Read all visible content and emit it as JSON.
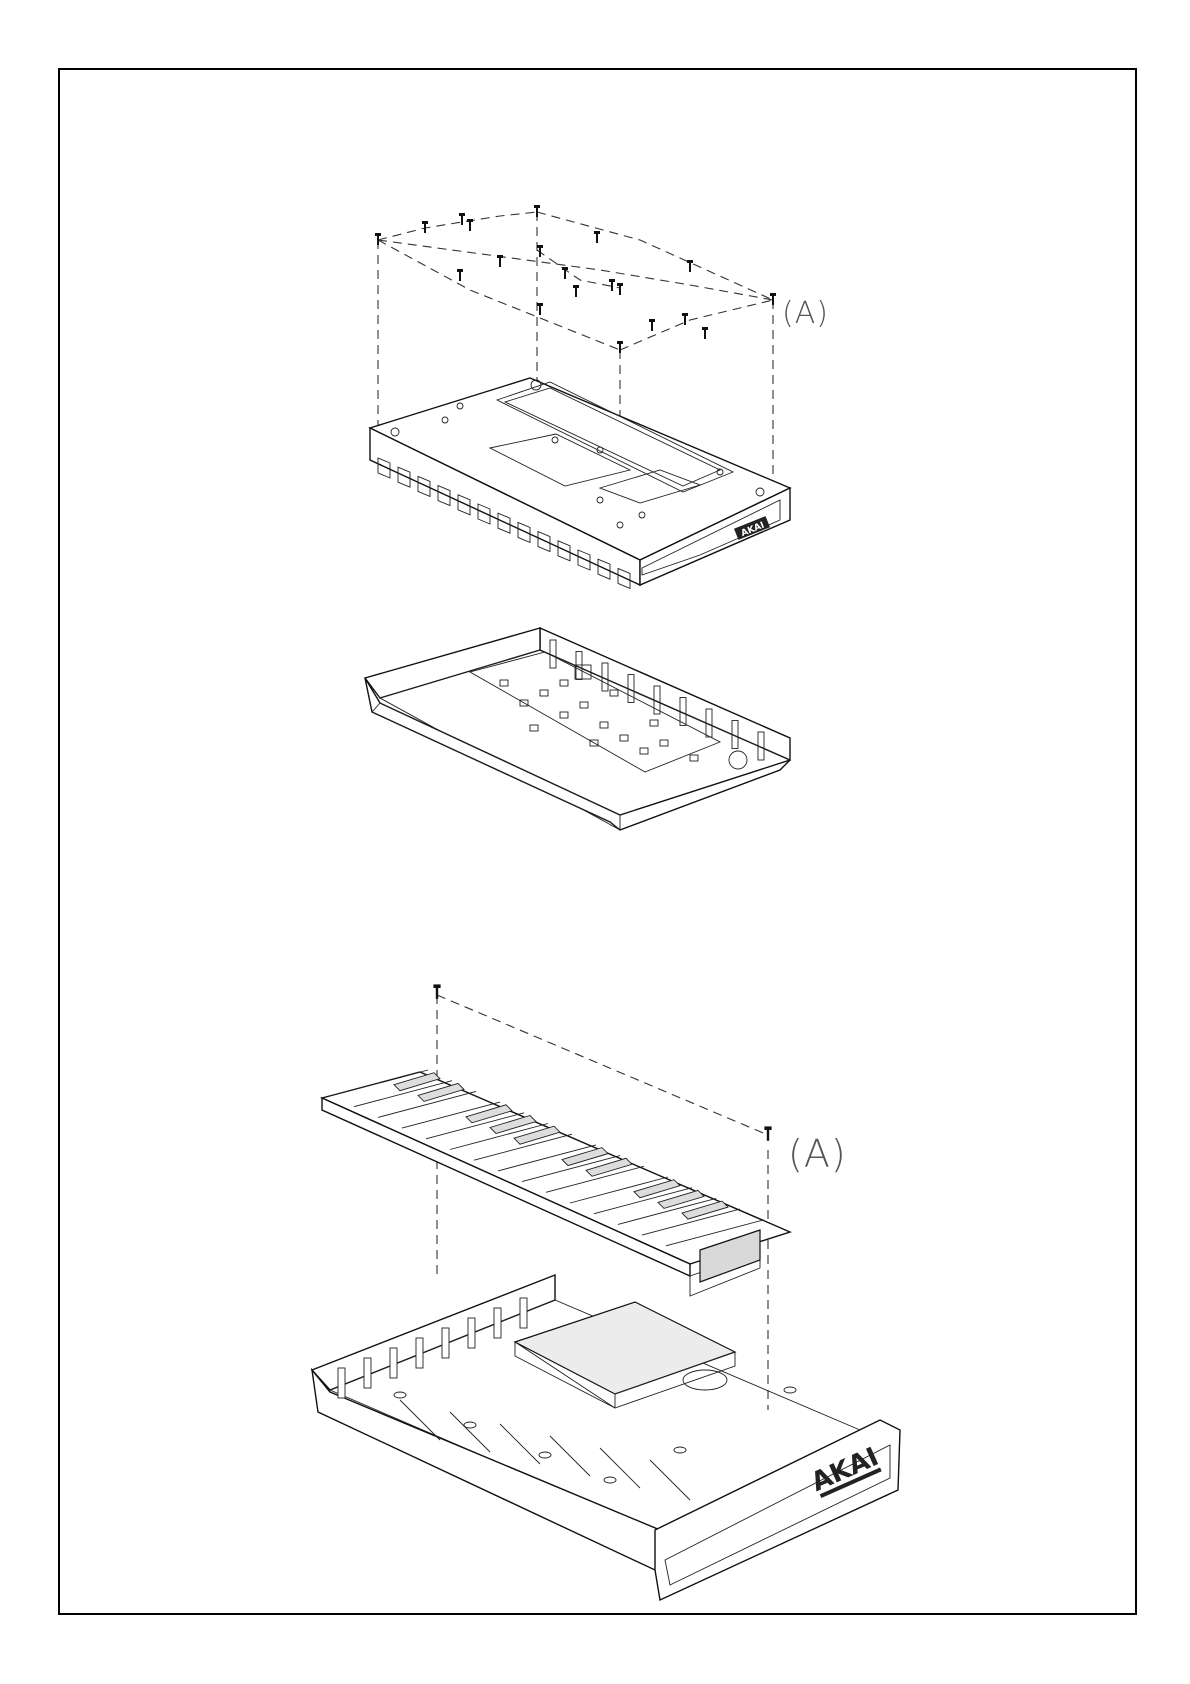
{
  "callouts": {
    "top": "(A)",
    "bottom": "(A)"
  },
  "logos": {
    "top": "AKAI",
    "bottom": "AKAI"
  }
}
